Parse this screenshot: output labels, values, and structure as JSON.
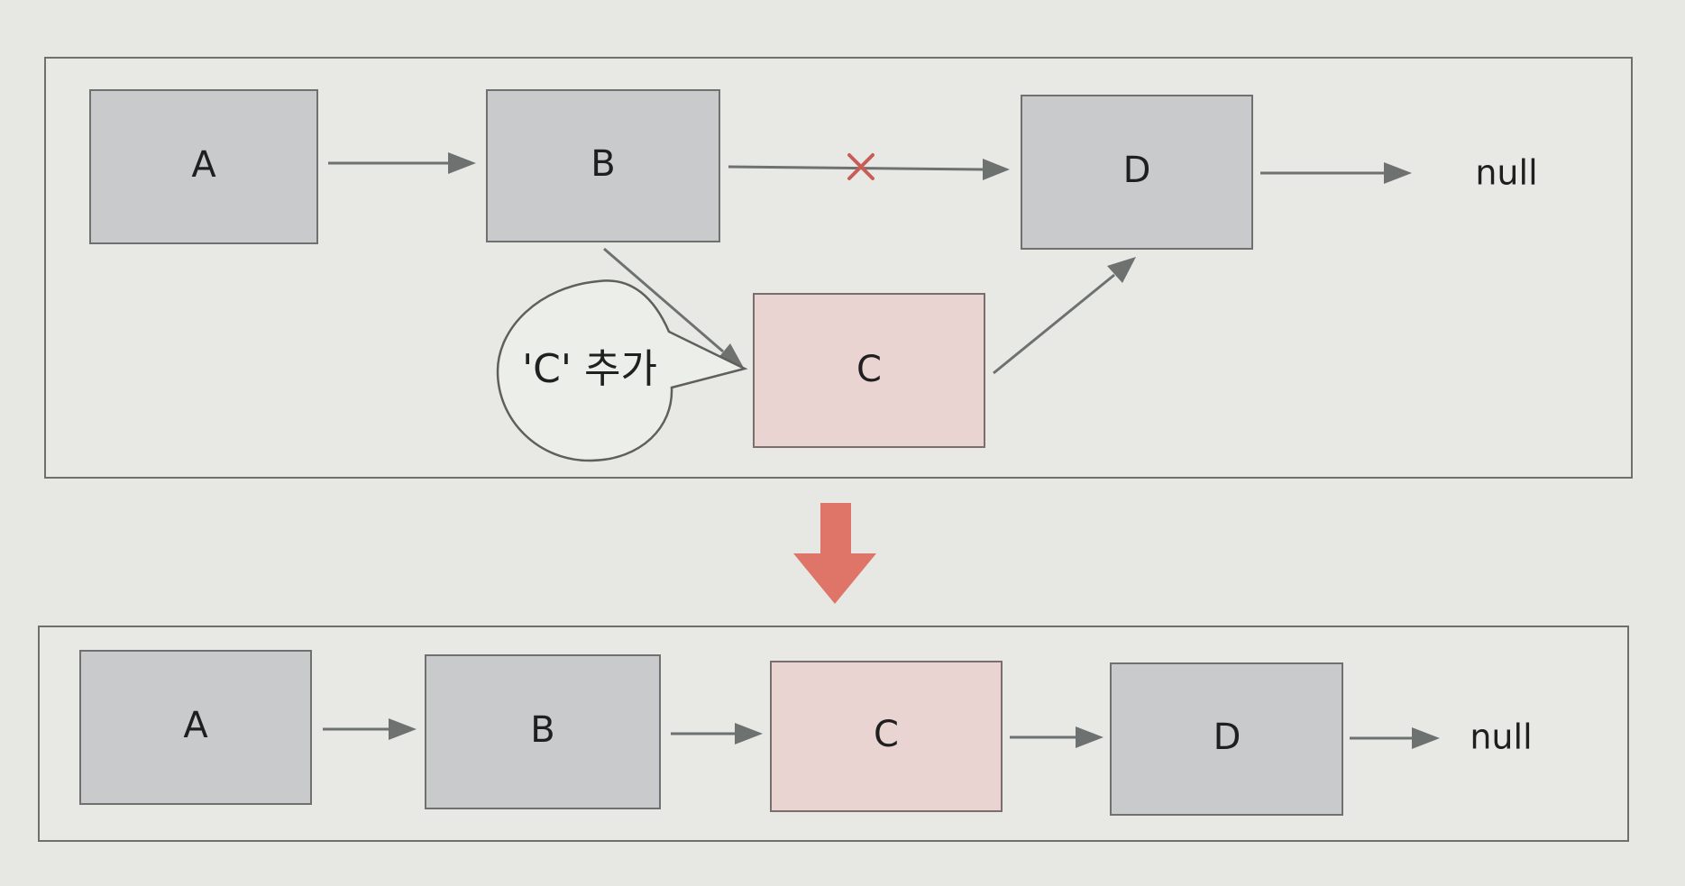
{
  "top_diagram": {
    "nodes": {
      "A": "A",
      "B": "B",
      "D": "D",
      "C": "C"
    },
    "null_label": "null",
    "callout_label": "'C' 추가"
  },
  "bottom_diagram": {
    "nodes": {
      "A": "A",
      "B": "B",
      "C": "C",
      "D": "D"
    },
    "null_label": "null"
  },
  "colors": {
    "node_gray": "#c9cacc",
    "node_pink": "#ead4d2",
    "arrow_gray": "#6d7270",
    "cross_red": "#c85d58",
    "transition_arrow_red": "#df7569"
  }
}
